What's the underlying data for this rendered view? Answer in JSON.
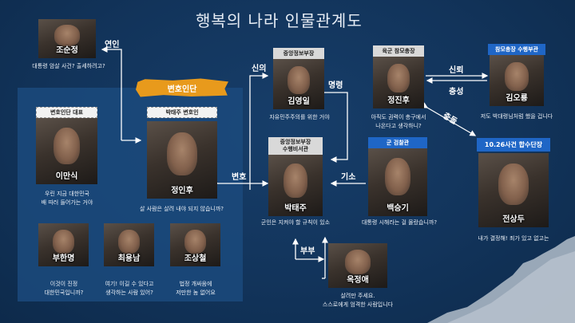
{
  "title": "행복의 나라 인물관계도",
  "group_label": "변호인단",
  "colors": {
    "background": "#12345b",
    "panel": "#1b4a7c",
    "brush": "#e89a1c",
    "blue_tag": "#1f66c6",
    "grey_tag": "#d9d9d9",
    "line": "#ffffff"
  },
  "characters": [
    {
      "id": "jo_sunjeong",
      "name": "조순정",
      "role": "",
      "quote": "대통령 암살 사건? 출세하려고?"
    },
    {
      "id": "lee_mansik",
      "name": "이만식",
      "role": "변호인단 대표",
      "quote_lines": [
        "우린 지금 대한민국",
        "배 따러 들어가는 거야"
      ]
    },
    {
      "id": "jeong_inhu",
      "name": "정인후",
      "role": "박태주 변호인",
      "quote": "살 사람은 살려 내야 되지 않습니까?"
    },
    {
      "id": "bu_hanmyeong",
      "name": "부한명",
      "role": "",
      "quote_lines": [
        "이것이 진정",
        "대한민국입니까?"
      ]
    },
    {
      "id": "choi_yongnam",
      "name": "최용남",
      "role": "",
      "quote_lines": [
        "여기! 이길 수 있다고",
        "생각하는 사람 있어?"
      ]
    },
    {
      "id": "jo_sangcheol",
      "name": "조상철",
      "role": "",
      "quote_lines": [
        "법정 개싸움에",
        "저만한 놈 없어요"
      ]
    },
    {
      "id": "kim_yeongil",
      "name": "김영일",
      "role": "중앙정보부장",
      "quote": "자유민주주의를 위한 거야"
    },
    {
      "id": "park_taeju",
      "name": "박태주",
      "role_lines": [
        "중앙정보부장",
        "수행비서관"
      ],
      "quote": "군인은 지켜야 할 규칙이 있소"
    },
    {
      "id": "ok_jeongae",
      "name": "옥정애",
      "role": "",
      "quote_lines": [
        "살려만 주세요.",
        "스스로에게 엄격한 사람입니다"
      ]
    },
    {
      "id": "jeong_jinhu",
      "name": "정진후",
      "role": "육군 참모총장",
      "quote_lines": [
        "아직도 권력이 총구에서",
        "나온다고 생각하니?"
      ]
    },
    {
      "id": "baek_seunggi",
      "name": "백승기",
      "role": "군 검찰관",
      "quote": "대통령 시해라는 걸 몰랐습니까?"
    },
    {
      "id": "kim_orong",
      "name": "김오룡",
      "role": "참모총장 수행부관",
      "quote": "저도 박대령님처럼 했을 겁니다"
    },
    {
      "id": "jeon_sangdu",
      "name": "전상두",
      "role": "10.26사건 합수단장",
      "quote": "내가 결정해! 죄가 있고 없고는"
    }
  ],
  "relations": [
    {
      "label": "연인",
      "from": "jeong_inhu",
      "to": "jo_sunjeong"
    },
    {
      "label": "신의",
      "from": "park_taeju",
      "to": "kim_yeongil"
    },
    {
      "label": "명령",
      "from": "kim_yeongil",
      "to": "park_taeju"
    },
    {
      "label": "변호",
      "from": "jeong_inhu",
      "to": "park_taeju"
    },
    {
      "label": "기소",
      "from": "baek_seunggi",
      "to": "park_taeju"
    },
    {
      "label": "부부",
      "from": "ok_jeongae",
      "to": "park_taeju"
    },
    {
      "label": "신뢰",
      "from": "jeong_jinhu",
      "to": "kim_orong"
    },
    {
      "label": "충성",
      "from": "kim_orong",
      "to": "jeong_jinhu"
    },
    {
      "label": "충돌",
      "from": "jeon_sangdu",
      "to": "jeong_jinhu"
    }
  ]
}
